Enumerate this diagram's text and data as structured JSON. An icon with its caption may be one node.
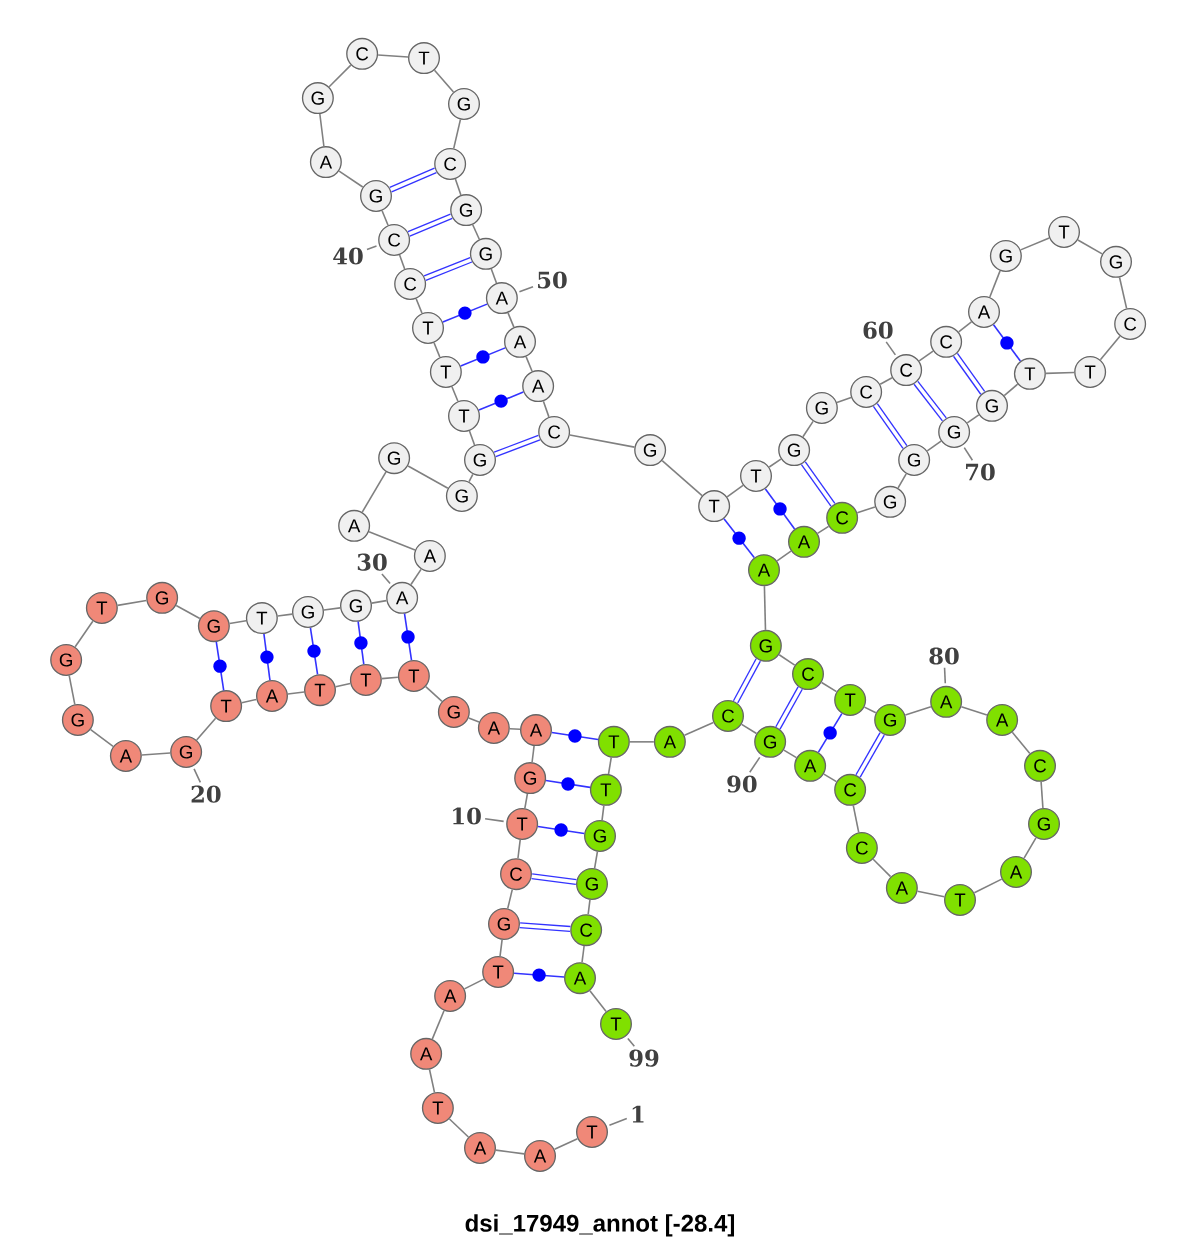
{
  "diagram": {
    "caption": "dsi_17949_annot [-28.4]",
    "nodes": [
      {
        "text": [
          "T"
        ]
      },
      {
        "text": [
          "A"
        ]
      },
      {
        "text": [
          "A"
        ]
      },
      {
        "text": [
          "T"
        ]
      },
      {
        "text": [
          "A"
        ]
      },
      {
        "text": [
          "A"
        ]
      },
      {
        "text": [
          "T"
        ]
      },
      {
        "text": [
          "G"
        ]
      },
      {
        "text": [
          "C"
        ]
      },
      {
        "text": [
          "T"
        ]
      },
      {
        "text": [
          "G"
        ]
      },
      {
        "text": [
          "A"
        ]
      },
      {
        "text": [
          "A"
        ]
      },
      {
        "text": [
          "G"
        ]
      },
      {
        "text": [
          "T"
        ]
      },
      {
        "text": [
          "T"
        ]
      },
      {
        "text": [
          "T"
        ]
      },
      {
        "text": [
          "A"
        ]
      },
      {
        "text": [
          "T"
        ]
      },
      {
        "text": [
          "G"
        ]
      },
      {
        "text": [
          "A"
        ]
      },
      {
        "text": [
          "G"
        ]
      },
      {
        "text": [
          "G"
        ]
      },
      {
        "text": [
          "T"
        ]
      },
      {
        "text": [
          "G"
        ]
      },
      {
        "text": [
          "G"
        ]
      },
      {
        "text": [
          "T"
        ]
      },
      {
        "text": [
          "G"
        ]
      },
      {
        "text": [
          "G"
        ]
      },
      {
        "text": [
          "A"
        ]
      },
      {
        "text": [
          "A"
        ]
      },
      {
        "text": [
          "A"
        ]
      },
      {
        "text": [
          "G"
        ]
      },
      {
        "text": [
          "G"
        ]
      },
      {
        "text": [
          "G"
        ]
      },
      {
        "text": [
          "T"
        ]
      },
      {
        "text": [
          "T"
        ]
      },
      {
        "text": [
          "T"
        ]
      },
      {
        "text": [
          "C"
        ]
      },
      {
        "text": [
          "C"
        ]
      },
      {
        "text": [
          "G"
        ]
      },
      {
        "text": [
          "A"
        ]
      },
      {
        "text": [
          "G"
        ]
      },
      {
        "text": [
          "C"
        ]
      },
      {
        "text": [
          "T"
        ]
      },
      {
        "text": [
          "G"
        ]
      },
      {
        "text": [
          "C"
        ]
      },
      {
        "text": [
          "G"
        ]
      },
      {
        "text": [
          "G"
        ]
      },
      {
        "text": [
          "A"
        ]
      },
      {
        "text": [
          "A"
        ]
      },
      {
        "text": [
          "A"
        ]
      },
      {
        "text": [
          "C"
        ]
      },
      {
        "text": [
          "G"
        ]
      },
      {
        "text": [
          "T"
        ]
      },
      {
        "text": [
          "T"
        ]
      },
      {
        "text": [
          "G"
        ]
      },
      {
        "text": [
          "G"
        ]
      },
      {
        "text": [
          "C"
        ]
      },
      {
        "text": [
          "C"
        ]
      },
      {
        "text": [
          "C"
        ]
      },
      {
        "text": [
          "A"
        ]
      },
      {
        "text": [
          "G"
        ]
      },
      {
        "text": [
          "T"
        ]
      },
      {
        "text": [
          "G"
        ]
      },
      {
        "text": [
          "C"
        ]
      },
      {
        "text": [
          "T"
        ]
      },
      {
        "text": [
          "T"
        ]
      },
      {
        "text": [
          "G"
        ]
      },
      {
        "text": [
          "G"
        ]
      },
      {
        "text": [
          "G"
        ]
      },
      {
        "text": [
          "G"
        ]
      },
      {
        "text": [
          "C"
        ]
      },
      {
        "text": [
          "A"
        ]
      },
      {
        "text": [
          "A"
        ]
      },
      {
        "text": [
          "G"
        ]
      },
      {
        "text": [
          "C"
        ]
      },
      {
        "text": [
          "T"
        ]
      },
      {
        "text": [
          "G"
        ]
      },
      {
        "text": [
          "A"
        ]
      },
      {
        "text": [
          "A"
        ]
      },
      {
        "text": [
          "C"
        ]
      },
      {
        "text": [
          "G"
        ]
      },
      {
        "text": [
          "A"
        ]
      },
      {
        "text": [
          "T"
        ]
      },
      {
        "text": [
          "A"
        ]
      },
      {
        "text": [
          "C"
        ]
      },
      {
        "text": [
          "C"
        ]
      },
      {
        "text": [
          "A"
        ]
      },
      {
        "text": [
          "G"
        ]
      },
      {
        "text": [
          "C"
        ]
      },
      {
        "text": [
          "A"
        ]
      },
      {
        "text": [
          "T"
        ]
      },
      {
        "text": [
          "T"
        ]
      },
      {
        "text": [
          "G"
        ]
      },
      {
        "text": [
          "G"
        ]
      },
      {
        "text": [
          "C"
        ]
      },
      {
        "text": [
          "A"
        ]
      },
      {
        "text": [
          "T"
        ]
      },
      {
        "text": [
          "1"
        ]
      },
      {
        "text": [
          "10"
        ]
      },
      {
        "text": [
          "20"
        ]
      },
      {
        "text": [
          "30"
        ]
      },
      {
        "text": [
          "40"
        ]
      },
      {
        "text": [
          "50"
        ]
      },
      {
        "text": [
          "60"
        ]
      },
      {
        "text": [
          "70"
        ]
      },
      {
        "text": [
          "80"
        ]
      },
      {
        "text": [
          "90"
        ]
      },
      {
        "text": [
          "99"
        ]
      }
    ],
    "edges": [
      {
        "from": 11,
        "to": 92,
        "arrow": "none",
        "color": "#3333ff"
      },
      {
        "from": 10,
        "to": 93,
        "arrow": "none",
        "color": "#3333ff"
      },
      {
        "from": 9,
        "to": 94,
        "arrow": "none",
        "color": "#3333ff"
      },
      {
        "from": 8,
        "to": 95,
        "arrow": "none",
        "color": "#3333ff",
        "style": "thick"
      },
      {
        "from": 7,
        "to": 96,
        "arrow": "none",
        "color": "#3333ff",
        "style": "thick"
      },
      {
        "from": 6,
        "to": 97,
        "arrow": "none",
        "color": "#3333ff"
      },
      {
        "from": 14,
        "to": 29,
        "arrow": "none",
        "color": "#3333ff"
      },
      {
        "from": 15,
        "to": 28,
        "arrow": "none",
        "color": "#3333ff"
      },
      {
        "from": 16,
        "to": 27,
        "arrow": "none",
        "color": "#3333ff"
      },
      {
        "from": 17,
        "to": 26,
        "arrow": "none",
        "color": "#3333ff"
      },
      {
        "from": 18,
        "to": 25,
        "arrow": "none",
        "color": "#3333ff"
      },
      {
        "from": 34,
        "to": 52,
        "arrow": "none",
        "color": "#3333ff",
        "style": "thick"
      },
      {
        "from": 35,
        "to": 51,
        "arrow": "none",
        "color": "#3333ff"
      },
      {
        "from": 36,
        "to": 50,
        "arrow": "none",
        "color": "#3333ff"
      },
      {
        "from": 37,
        "to": 49,
        "arrow": "none",
        "color": "#3333ff"
      },
      {
        "from": 38,
        "to": 48,
        "arrow": "none",
        "color": "#3333ff",
        "style": "thick"
      },
      {
        "from": 39,
        "to": 47,
        "arrow": "none",
        "color": "#3333ff",
        "style": "thick"
      },
      {
        "from": 40,
        "to": 46,
        "arrow": "none",
        "color": "#3333ff",
        "style": "thick"
      },
      {
        "from": 54,
        "to": 74,
        "arrow": "none",
        "color": "#3333ff"
      },
      {
        "from": 55,
        "to": 73,
        "arrow": "none",
        "color": "#3333ff"
      },
      {
        "from": 56,
        "to": 72,
        "arrow": "none",
        "color": "#3333ff",
        "style": "thick"
      },
      {
        "from": 58,
        "to": 70,
        "arrow": "none",
        "color": "#3333ff",
        "style": "thick"
      },
      {
        "from": 59,
        "to": 69,
        "arrow": "none",
        "color": "#3333ff",
        "style": "thick"
      },
      {
        "from": 60,
        "to": 68,
        "arrow": "none",
        "color": "#3333ff",
        "style": "thick"
      },
      {
        "from": 61,
        "to": 67,
        "arrow": "none",
        "color": "#3333ff"
      },
      {
        "from": 75,
        "to": 90,
        "arrow": "none",
        "color": "#3333ff",
        "style": "thick"
      },
      {
        "from": 76,
        "to": 89,
        "arrow": "none",
        "color": "#3333ff",
        "style": "thick"
      },
      {
        "from": 77,
        "to": 88,
        "arrow": "none",
        "color": "#3333ff"
      },
      {
        "from": 78,
        "to": 87,
        "arrow": "none",
        "color": "#3333ff",
        "style": "thick"
      },
      {
        "from": 99,
        "to": 0,
        "arrow": "none"
      },
      {
        "from": 100,
        "to": 9,
        "arrow": "none"
      },
      {
        "from": 101,
        "to": 19,
        "arrow": "none"
      },
      {
        "from": 102,
        "to": 29,
        "arrow": "none"
      },
      {
        "from": 103,
        "to": 39,
        "arrow": "none"
      },
      {
        "from": 104,
        "to": 49,
        "arrow": "none"
      },
      {
        "from": 105,
        "to": 59,
        "arrow": "none"
      },
      {
        "from": 106,
        "to": 69,
        "arrow": "none"
      },
      {
        "from": 107,
        "to": 79,
        "arrow": "none"
      },
      {
        "from": 108,
        "to": 89,
        "arrow": "none"
      },
      {
        "from": 109,
        "to": 98,
        "arrow": "none"
      },
      {
        "from": 0,
        "to": 1,
        "arrow": "none"
      },
      {
        "from": 1,
        "to": 2,
        "arrow": "none"
      },
      {
        "from": 2,
        "to": 3,
        "arrow": "none"
      },
      {
        "from": 3,
        "to": 4,
        "arrow": "none"
      },
      {
        "from": 4,
        "to": 5,
        "arrow": "none"
      },
      {
        "from": 5,
        "to": 6,
        "arrow": "none"
      },
      {
        "from": 6,
        "to": 7,
        "arrow": "none"
      },
      {
        "from": 7,
        "to": 8,
        "arrow": "none"
      },
      {
        "from": 8,
        "to": 9,
        "arrow": "none"
      },
      {
        "from": 9,
        "to": 10,
        "arrow": "none"
      },
      {
        "from": 10,
        "to": 11,
        "arrow": "none"
      },
      {
        "from": 11,
        "to": 12,
        "arrow": "none"
      },
      {
        "from": 12,
        "to": 13,
        "arrow": "none"
      },
      {
        "from": 13,
        "to": 14,
        "arrow": "none"
      },
      {
        "from": 14,
        "to": 15,
        "arrow": "none"
      },
      {
        "from": 15,
        "to": 16,
        "arrow": "none"
      },
      {
        "from": 16,
        "to": 17,
        "arrow": "none"
      },
      {
        "from": 17,
        "to": 18,
        "arrow": "none"
      },
      {
        "from": 18,
        "to": 19,
        "arrow": "none"
      },
      {
        "from": 19,
        "to": 20,
        "arrow": "none"
      },
      {
        "from": 20,
        "to": 21,
        "arrow": "none"
      },
      {
        "from": 21,
        "to": 22,
        "arrow": "none"
      },
      {
        "from": 22,
        "to": 23,
        "arrow": "none"
      },
      {
        "from": 23,
        "to": 24,
        "arrow": "none"
      },
      {
        "from": 24,
        "to": 25,
        "arrow": "none"
      },
      {
        "from": 25,
        "to": 26,
        "arrow": "none"
      },
      {
        "from": 26,
        "to": 27,
        "arrow": "none"
      },
      {
        "from": 27,
        "to": 28,
        "arrow": "none"
      },
      {
        "from": 28,
        "to": 29,
        "arrow": "none"
      },
      {
        "from": 29,
        "to": 30,
        "arrow": "none"
      },
      {
        "from": 30,
        "to": 31,
        "arrow": "none"
      },
      {
        "from": 31,
        "to": 32,
        "arrow": "none"
      },
      {
        "from": 32,
        "to": 33,
        "arrow": "none"
      },
      {
        "from": 33,
        "to": 34,
        "arrow": "none"
      },
      {
        "from": 34,
        "to": 35,
        "arrow": "none"
      },
      {
        "from": 35,
        "to": 36,
        "arrow": "none"
      },
      {
        "from": 36,
        "to": 37,
        "arrow": "none"
      },
      {
        "from": 37,
        "to": 38,
        "arrow": "none"
      },
      {
        "from": 38,
        "to": 39,
        "arrow": "none"
      },
      {
        "from": 39,
        "to": 40,
        "arrow": "none"
      },
      {
        "from": 40,
        "to": 41,
        "arrow": "none"
      },
      {
        "from": 41,
        "to": 42,
        "arrow": "none"
      },
      {
        "from": 42,
        "to": 43,
        "arrow": "none"
      },
      {
        "from": 43,
        "to": 44,
        "arrow": "none"
      },
      {
        "from": 44,
        "to": 45,
        "arrow": "none"
      },
      {
        "from": 45,
        "to": 46,
        "arrow": "none"
      },
      {
        "from": 46,
        "to": 47,
        "arrow": "none"
      },
      {
        "from": 47,
        "to": 48,
        "arrow": "none"
      },
      {
        "from": 48,
        "to": 49,
        "arrow": "none"
      },
      {
        "from": 49,
        "to": 50,
        "arrow": "none"
      },
      {
        "from": 50,
        "to": 51,
        "arrow": "none"
      },
      {
        "from": 51,
        "to": 52,
        "arrow": "none"
      },
      {
        "from": 52,
        "to": 53,
        "arrow": "none"
      },
      {
        "from": 53,
        "to": 54,
        "arrow": "none"
      },
      {
        "from": 54,
        "to": 55,
        "arrow": "none"
      },
      {
        "from": 55,
        "to": 56,
        "arrow": "none"
      },
      {
        "from": 56,
        "to": 57,
        "arrow": "none"
      },
      {
        "from": 57,
        "to": 58,
        "arrow": "none"
      },
      {
        "from": 58,
        "to": 59,
        "arrow": "none"
      },
      {
        "from": 59,
        "to": 60,
        "arrow": "none"
      },
      {
        "from": 60,
        "to": 61,
        "arrow": "none"
      },
      {
        "from": 61,
        "to": 62,
        "arrow": "none"
      },
      {
        "from": 62,
        "to": 63,
        "arrow": "none"
      },
      {
        "from": 63,
        "to": 64,
        "arrow": "none"
      },
      {
        "from": 64,
        "to": 65,
        "arrow": "none"
      },
      {
        "from": 65,
        "to": 66,
        "arrow": "none"
      },
      {
        "from": 66,
        "to": 67,
        "arrow": "none"
      },
      {
        "from": 67,
        "to": 68,
        "arrow": "none"
      },
      {
        "from": 68,
        "to": 69,
        "arrow": "none"
      },
      {
        "from": 69,
        "to": 70,
        "arrow": "none"
      },
      {
        "from": 70,
        "to": 71,
        "arrow": "none"
      },
      {
        "from": 71,
        "to": 72,
        "arrow": "none"
      },
      {
        "from": 72,
        "to": 73,
        "arrow": "none"
      },
      {
        "from": 73,
        "to": 74,
        "arrow": "none"
      },
      {
        "from": 74,
        "to": 75,
        "arrow": "none"
      },
      {
        "from": 75,
        "to": 76,
        "arrow": "none"
      },
      {
        "from": 76,
        "to": 77,
        "arrow": "none"
      },
      {
        "from": 77,
        "to": 78,
        "arrow": "none"
      },
      {
        "from": 78,
        "to": 79,
        "arrow": "none"
      },
      {
        "from": 79,
        "to": 80,
        "arrow": "none"
      },
      {
        "from": 80,
        "to": 81,
        "arrow": "none"
      },
      {
        "from": 81,
        "to": 82,
        "arrow": "none"
      },
      {
        "from": 82,
        "to": 83,
        "arrow": "none"
      },
      {
        "from": 83,
        "to": 84,
        "arrow": "none"
      },
      {
        "from": 84,
        "to": 85,
        "arrow": "none"
      },
      {
        "from": 85,
        "to": 86,
        "arrow": "none"
      },
      {
        "from": 86,
        "to": 87,
        "arrow": "none"
      },
      {
        "from": 87,
        "to": 88,
        "arrow": "none"
      },
      {
        "from": 88,
        "to": 89,
        "arrow": "none"
      },
      {
        "from": 89,
        "to": 90,
        "arrow": "none"
      },
      {
        "from": 90,
        "to": 91,
        "arrow": "none"
      },
      {
        "from": 91,
        "to": 92,
        "arrow": "none"
      },
      {
        "from": 92,
        "to": 93,
        "arrow": "none"
      },
      {
        "from": 93,
        "to": 94,
        "arrow": "none"
      },
      {
        "from": 94,
        "to": 95,
        "arrow": "none"
      },
      {
        "from": 95,
        "to": 96,
        "arrow": "none"
      },
      {
        "from": 96,
        "to": 97,
        "arrow": "none"
      },
      {
        "from": 97,
        "to": 98,
        "arrow": "none"
      }
    ]
  }
}
